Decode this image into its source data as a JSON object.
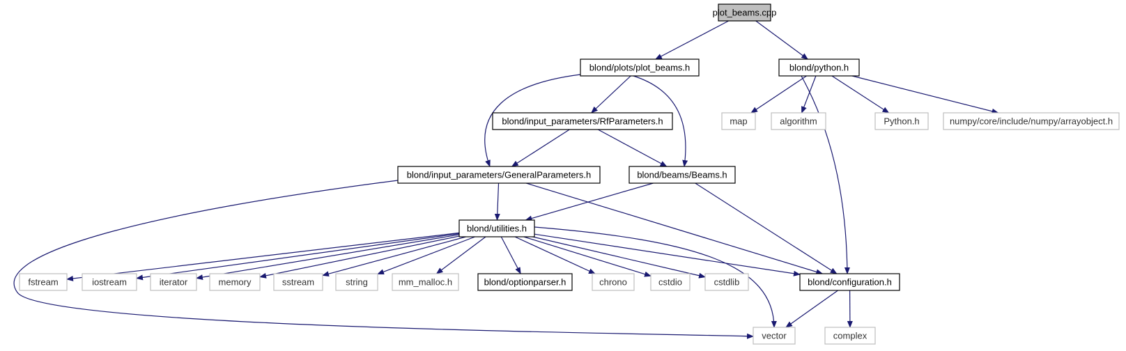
{
  "colors": {
    "edge": "#191970",
    "root_fill": "#bfbfbf",
    "documented_border": "#000000",
    "undocumented_border": "#bfbfbf",
    "background": "#ffffff"
  },
  "nodes": [
    {
      "id": "plot_beams_cpp",
      "label": "plot_beams.cpp",
      "kind": "root"
    },
    {
      "id": "plot_beams_h",
      "label": "blond/plots/plot_beams.h",
      "kind": "documented"
    },
    {
      "id": "python_h",
      "label": "blond/python.h",
      "kind": "documented"
    },
    {
      "id": "rfparameters_h",
      "label": "blond/input_parameters/RfParameters.h",
      "kind": "documented"
    },
    {
      "id": "map",
      "label": "map",
      "kind": "system"
    },
    {
      "id": "algorithm",
      "label": "algorithm",
      "kind": "system"
    },
    {
      "id": "Python_h",
      "label": "Python.h",
      "kind": "system"
    },
    {
      "id": "arrayobject_h",
      "label": "numpy/core/include/numpy/arrayobject.h",
      "kind": "system"
    },
    {
      "id": "generalparameters_h",
      "label": "blond/input_parameters/GeneralParameters.h",
      "kind": "documented"
    },
    {
      "id": "beams_h",
      "label": "blond/beams/Beams.h",
      "kind": "documented"
    },
    {
      "id": "utilities_h",
      "label": "blond/utilities.h",
      "kind": "documented"
    },
    {
      "id": "fstream",
      "label": "fstream",
      "kind": "system"
    },
    {
      "id": "iostream",
      "label": "iostream",
      "kind": "system"
    },
    {
      "id": "iterator",
      "label": "iterator",
      "kind": "system"
    },
    {
      "id": "memory",
      "label": "memory",
      "kind": "system"
    },
    {
      "id": "sstream",
      "label": "sstream",
      "kind": "system"
    },
    {
      "id": "string",
      "label": "string",
      "kind": "system"
    },
    {
      "id": "mm_malloc_h",
      "label": "mm_malloc.h",
      "kind": "system"
    },
    {
      "id": "optionparser_h",
      "label": "blond/optionparser.h",
      "kind": "documented"
    },
    {
      "id": "chrono",
      "label": "chrono",
      "kind": "system"
    },
    {
      "id": "cstdio",
      "label": "cstdio",
      "kind": "system"
    },
    {
      "id": "cstdlib",
      "label": "cstdlib",
      "kind": "system"
    },
    {
      "id": "configuration_h",
      "label": "blond/configuration.h",
      "kind": "documented"
    },
    {
      "id": "vector",
      "label": "vector",
      "kind": "system"
    },
    {
      "id": "complex",
      "label": "complex",
      "kind": "system"
    }
  ],
  "edges": [
    {
      "from": "plot_beams_cpp",
      "to": "plot_beams_h"
    },
    {
      "from": "plot_beams_cpp",
      "to": "python_h"
    },
    {
      "from": "plot_beams_h",
      "to": "rfparameters_h"
    },
    {
      "from": "plot_beams_h",
      "to": "generalparameters_h"
    },
    {
      "from": "plot_beams_h",
      "to": "beams_h"
    },
    {
      "from": "python_h",
      "to": "map"
    },
    {
      "from": "python_h",
      "to": "algorithm"
    },
    {
      "from": "python_h",
      "to": "Python_h"
    },
    {
      "from": "python_h",
      "to": "arrayobject_h"
    },
    {
      "from": "python_h",
      "to": "configuration_h"
    },
    {
      "from": "rfparameters_h",
      "to": "generalparameters_h"
    },
    {
      "from": "rfparameters_h",
      "to": "beams_h"
    },
    {
      "from": "generalparameters_h",
      "to": "utilities_h"
    },
    {
      "from": "generalparameters_h",
      "to": "configuration_h"
    },
    {
      "from": "generalparameters_h",
      "to": "vector"
    },
    {
      "from": "beams_h",
      "to": "utilities_h"
    },
    {
      "from": "beams_h",
      "to": "configuration_h"
    },
    {
      "from": "utilities_h",
      "to": "fstream"
    },
    {
      "from": "utilities_h",
      "to": "iostream"
    },
    {
      "from": "utilities_h",
      "to": "iterator"
    },
    {
      "from": "utilities_h",
      "to": "memory"
    },
    {
      "from": "utilities_h",
      "to": "sstream"
    },
    {
      "from": "utilities_h",
      "to": "string"
    },
    {
      "from": "utilities_h",
      "to": "mm_malloc_h"
    },
    {
      "from": "utilities_h",
      "to": "optionparser_h"
    },
    {
      "from": "utilities_h",
      "to": "chrono"
    },
    {
      "from": "utilities_h",
      "to": "cstdio"
    },
    {
      "from": "utilities_h",
      "to": "cstdlib"
    },
    {
      "from": "utilities_h",
      "to": "configuration_h"
    },
    {
      "from": "utilities_h",
      "to": "vector"
    },
    {
      "from": "configuration_h",
      "to": "vector"
    },
    {
      "from": "configuration_h",
      "to": "complex"
    }
  ]
}
